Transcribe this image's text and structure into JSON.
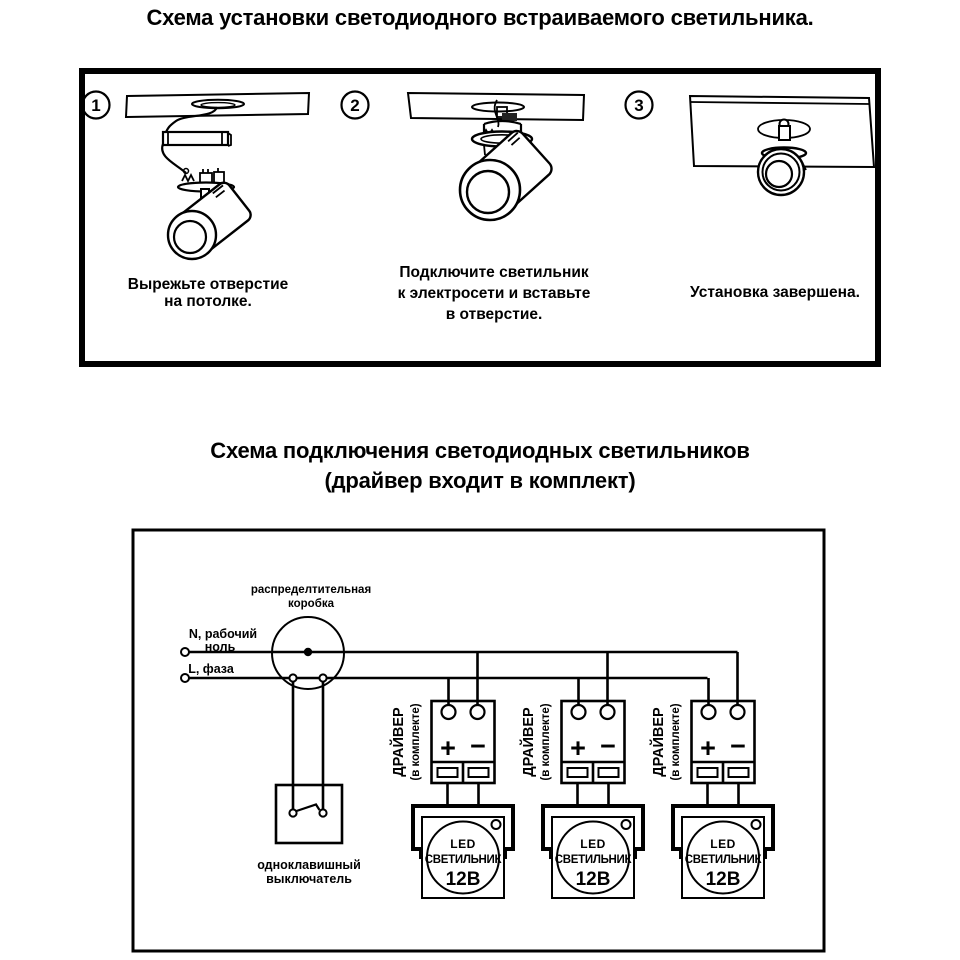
{
  "titles": {
    "main": "Схема установки светодиодного встраиваемого светильника.",
    "wiring_line1": "Схема подключения светодиодных светильников",
    "wiring_line2": "(драйвер входит в комплект)"
  },
  "installation_steps": [
    {
      "number": "1",
      "caption": [
        "Вырежьте отверстие",
        "на потолке."
      ]
    },
    {
      "number": "2",
      "caption": [
        "Подключите светильник",
        "к электросети и вставьте",
        "в отверстие."
      ]
    },
    {
      "number": "3",
      "caption": [
        "Установка завершена."
      ]
    }
  ],
  "wiring": {
    "junction_box_label": [
      "распределтительная",
      "коробка"
    ],
    "neutral_label": [
      "N, рабочий",
      "ноль"
    ],
    "phase_label": "L, фаза",
    "switch_label": [
      "одноклавишный",
      "выключатель"
    ],
    "drivers": [
      {
        "label_line1": "ДРАЙВЕР",
        "label_line2": "(в комплекте)",
        "plus": "+",
        "minus": "−"
      },
      {
        "label_line1": "ДРАЙВЕР",
        "label_line2": "(в комплекте)",
        "plus": "+",
        "minus": "−"
      },
      {
        "label_line1": "ДРАЙВЕР",
        "label_line2": "(в комплекте)",
        "plus": "+",
        "minus": "−"
      }
    ],
    "lamps": [
      {
        "brand": "LED",
        "name": "СВЕТИЛЬНИК",
        "voltage": "12В"
      },
      {
        "brand": "LED",
        "name": "СВЕТИЛЬНИК",
        "voltage": "12В"
      },
      {
        "brand": "LED",
        "name": "СВЕТИЛЬНИК",
        "voltage": "12В"
      }
    ]
  },
  "colors": {
    "ink": "#000000",
    "paper": "#ffffff"
  }
}
